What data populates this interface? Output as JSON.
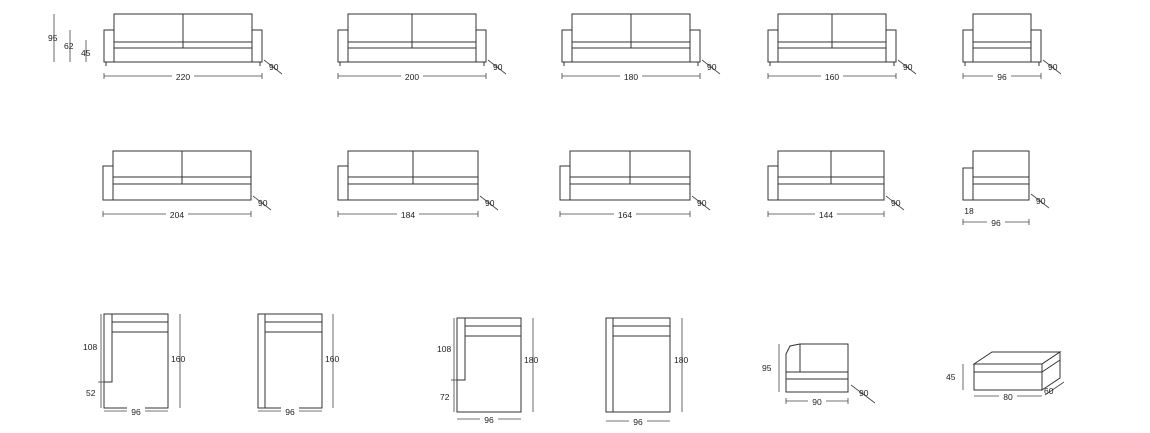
{
  "colors": {
    "line": "#333333",
    "text": "#222222",
    "background": "#ffffff"
  },
  "height_legend": {
    "total": "95",
    "back": "62",
    "seat": "45"
  },
  "row1": [
    {
      "width": "220",
      "depth": "90"
    },
    {
      "width": "200",
      "depth": "90"
    },
    {
      "width": "180",
      "depth": "90"
    },
    {
      "width": "160",
      "depth": "90"
    },
    {
      "width": "96",
      "depth": "90"
    }
  ],
  "row2": [
    {
      "width": "204",
      "depth": "90"
    },
    {
      "width": "184",
      "depth": "90"
    },
    {
      "width": "164",
      "depth": "90"
    },
    {
      "width": "144",
      "depth": "90"
    },
    {
      "width": "96",
      "depth": "90",
      "arm": "18"
    }
  ],
  "row3": {
    "chaise_left_160": {
      "upper": "108",
      "lower": "52",
      "length": "160",
      "width": "96"
    },
    "chaise_right_160": {
      "length": "160",
      "width": "96"
    },
    "chaise_left_180": {
      "upper": "108",
      "lower": "72",
      "length": "180",
      "width": "96"
    },
    "chaise_right_180": {
      "length": "180",
      "width": "96"
    },
    "corner": {
      "height": "95",
      "width": "90",
      "depth": "90"
    },
    "ottoman": {
      "height": "45",
      "width": "80",
      "depth": "60"
    }
  }
}
